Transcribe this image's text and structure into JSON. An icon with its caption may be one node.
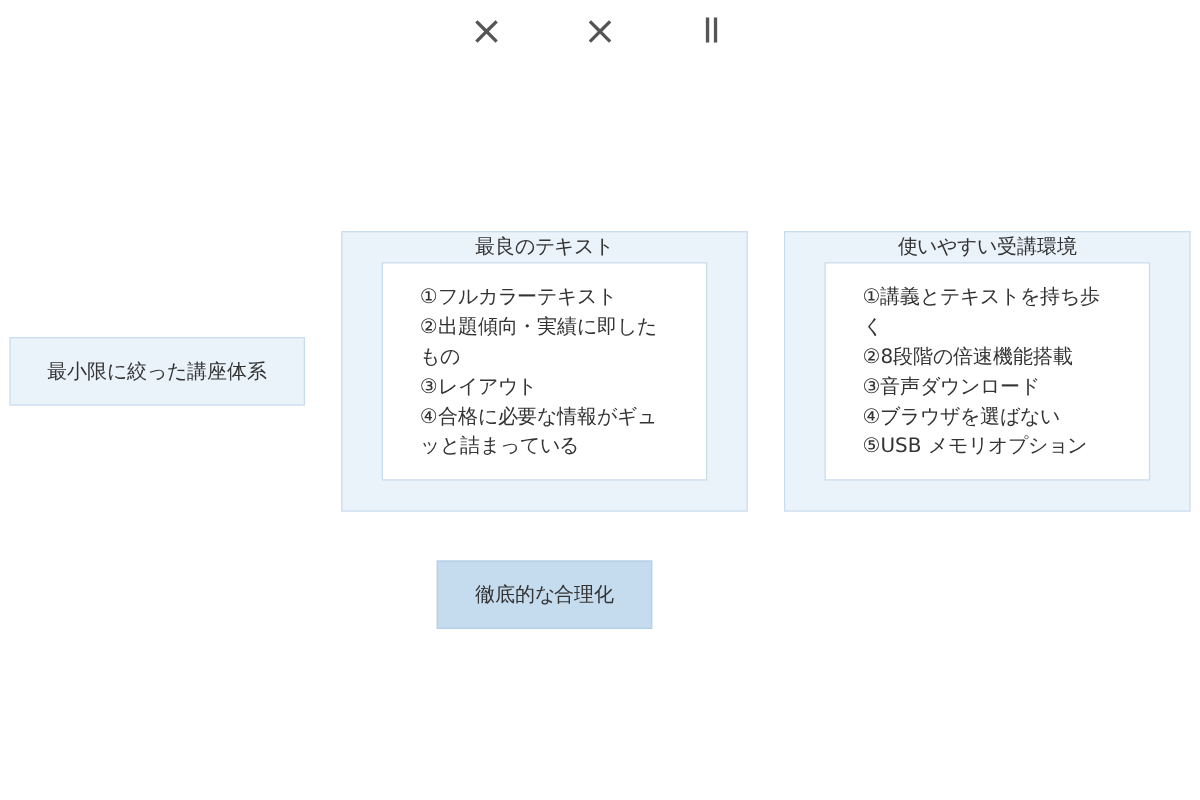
{
  "diagram": {
    "nodes": [
      {
        "text": [
          "最小限に絞った講座体系"
        ]
      },
      {
        "text": [
          "最良のテキスト"
        ]
      },
      {
        "text": [
          "①フルカラーテキスト",
          "②出題傾向・実績に即したもの",
          "③レイアウト",
          "④合格に必要な情報がギュッと詰まっている"
        ],
        "in": 1
      },
      {
        "text": [
          "使いやすい受講環境"
        ]
      },
      {
        "text": [
          "①講義とテキストを持ち歩く",
          "②8段階の倍速機能搭載",
          "③音声ダウンロード",
          "④ブラウザを選ばない",
          "⑤USB メモリオプション"
        ],
        "in": 3
      },
      {
        "text": [
          "徹底的な合理化"
        ]
      }
    ],
    "edges": [],
    "labels": [
      "×",
      "×",
      "="
    ]
  }
}
